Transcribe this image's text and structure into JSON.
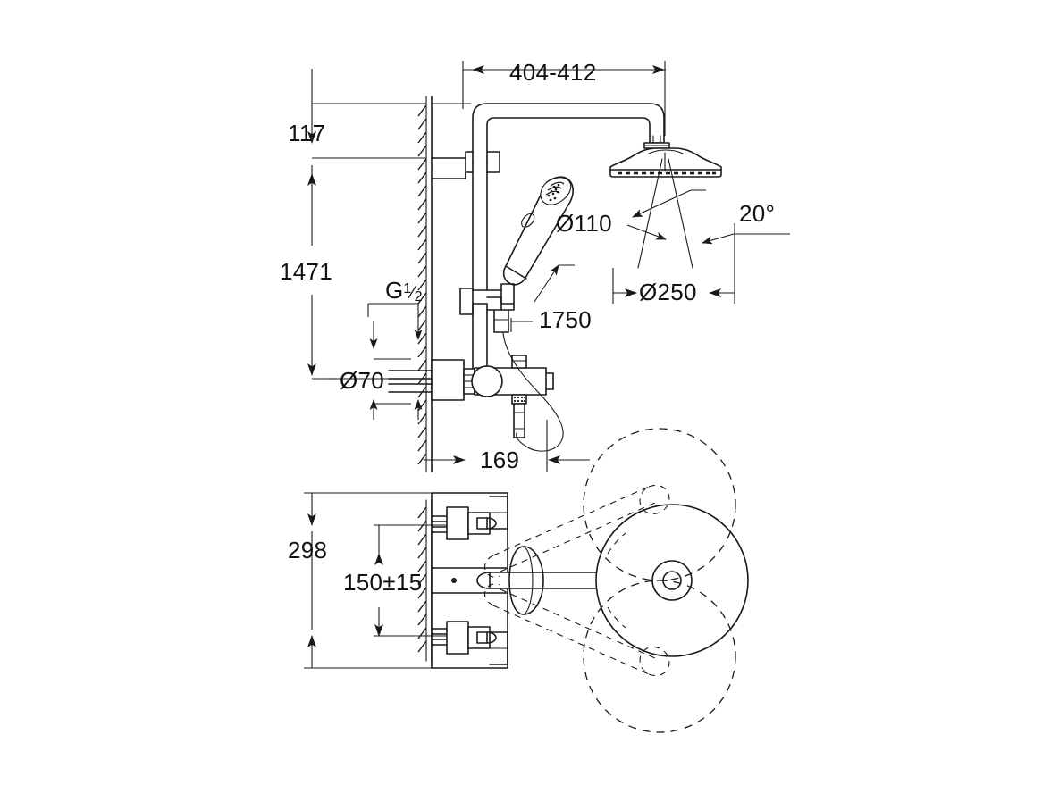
{
  "drawing": {
    "title": "Shower system technical dimension drawing",
    "units": "mm",
    "line_color": "#1a1a1a",
    "background": "#ffffff"
  },
  "dimensions": {
    "head_offset_top": "117",
    "arm_reach": "404-412",
    "total_height": "1471",
    "inlet_thread": "G",
    "inlet_thread_fraction_num": "1",
    "inlet_thread_fraction_den": "2",
    "inlet_spacing": "Ø70",
    "hand_shower_head": "Ø110",
    "hose_length": "1750",
    "head_shower_diameter": "Ø250",
    "spray_angle": "20°",
    "projection": "169",
    "overall_body_height": "298",
    "inlet_centres": "150±15"
  },
  "views": {
    "side_elevation": "side-elevation-view",
    "plan_rotation": "plan-rotation-view"
  },
  "components": {
    "wall": "wall-hatch",
    "riser": "riser-pipe",
    "head_shower": "head-shower",
    "hand_shower": "hand-shower",
    "thermostat_mixer": "thermostatic-mixer",
    "hose": "shower-hose",
    "swivel_spout": "swivel-spout",
    "escutcheon": "wall-escutcheon"
  }
}
